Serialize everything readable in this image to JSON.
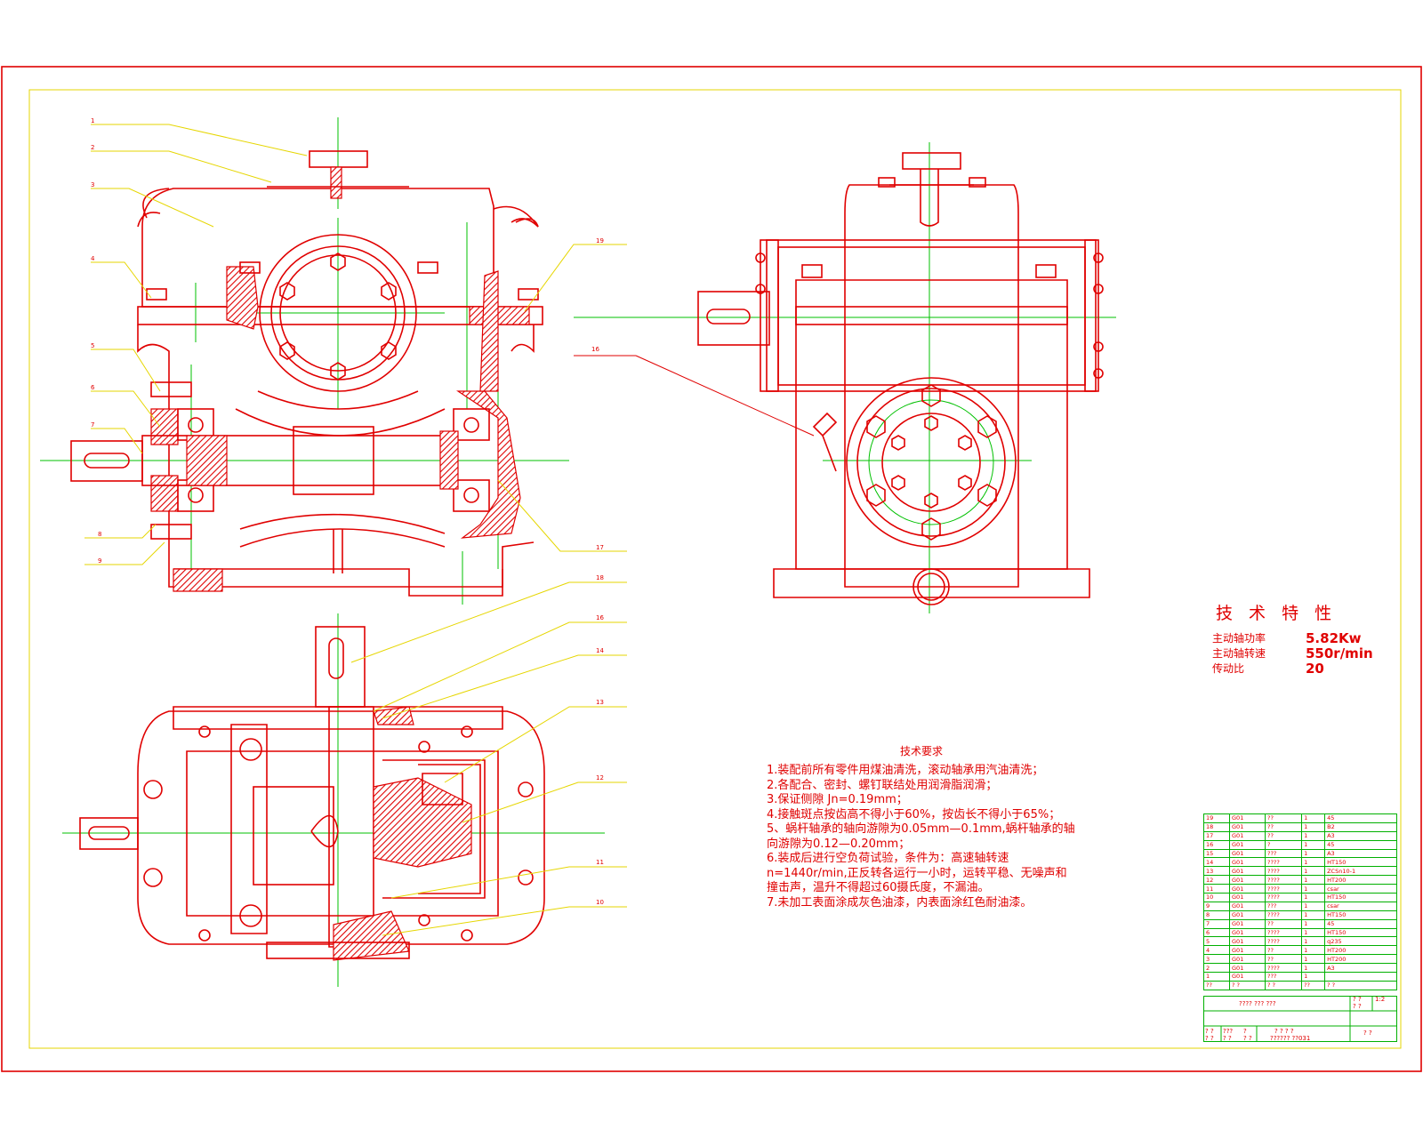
{
  "technical_characteristics": {
    "title": "技 术 特 性",
    "rows": [
      {
        "label": "主动轴功率",
        "value": "5.82Kw"
      },
      {
        "label": "主动轴转速",
        "value": "550r/min"
      },
      {
        "label": "传动比",
        "value": "20"
      }
    ]
  },
  "technical_requirements": {
    "title": "技术要求",
    "lines": [
      "1.装配前所有零件用煤油清洗，滚动轴承用汽油清洗；",
      "2.各配合、密封、螺钉联结处用润滑脂润滑；",
      "3.保证侧隙 Jn=0.19mm；",
      "4.接触斑点按齿高不得小于60%，按齿长不得小于65%；",
      "5、蜗杆轴承的轴向游隙为0.05mm—0.1mm,蜗杆轴承的轴",
      "向游隙为0.12—0.20mm；",
      "6.装成后进行空负荷试验，条件为：高速轴转速",
      "n=1440r/min,正反转各运行一小时，运转平稳、无噪声和",
      "撞击声，温升不得超过60摄氏度，不漏油。",
      "7.未加工表面涂成灰色油漆，内表面涂红色耐油漆。"
    ]
  },
  "parts_list": [
    {
      "no": "19",
      "code": "G01",
      "name": "??",
      "qty": "1",
      "material": "45"
    },
    {
      "no": "18",
      "code": "G01",
      "name": "??",
      "qty": "1",
      "material": "B2"
    },
    {
      "no": "17",
      "code": "G01",
      "name": "??",
      "qty": "1",
      "material": "A3"
    },
    {
      "no": "16",
      "code": "G01",
      "name": "?",
      "qty": "1",
      "material": "45"
    },
    {
      "no": "15",
      "code": "G01",
      "name": "???",
      "qty": "1",
      "material": "A3"
    },
    {
      "no": "14",
      "code": "G01",
      "name": "????",
      "qty": "1",
      "material": "HT150"
    },
    {
      "no": "13",
      "code": "G01",
      "name": "????",
      "qty": "1",
      "material": "ZCSn10-1"
    },
    {
      "no": "12",
      "code": "G01",
      "name": "????",
      "qty": "1",
      "material": "HT200"
    },
    {
      "no": "11",
      "code": "G01",
      "name": "????",
      "qty": "1",
      "material": "csar"
    },
    {
      "no": "10",
      "code": "G01",
      "name": "????",
      "qty": "1",
      "material": "HT150"
    },
    {
      "no": "9",
      "code": "G01",
      "name": "???",
      "qty": "1",
      "material": "csar"
    },
    {
      "no": "8",
      "code": "G01",
      "name": "????",
      "qty": "1",
      "material": "HT150"
    },
    {
      "no": "7",
      "code": "G01",
      "name": "??",
      "qty": "1",
      "material": "45"
    },
    {
      "no": "6",
      "code": "G01",
      "name": "????",
      "qty": "1",
      "material": "HT150"
    },
    {
      "no": "5",
      "code": "G01",
      "name": "????",
      "qty": "1",
      "material": "q235"
    },
    {
      "no": "4",
      "code": "G01",
      "name": "??",
      "qty": "1",
      "material": "HT200"
    },
    {
      "no": "3",
      "code": "G01",
      "name": "??",
      "qty": "1",
      "material": "HT200"
    },
    {
      "no": "2",
      "code": "G01",
      "name": "????",
      "qty": "1",
      "material": "A3"
    },
    {
      "no": "1",
      "code": "G01",
      "name": "???",
      "qty": "1",
      "material": ""
    }
  ],
  "parts_header": {
    "no": "??",
    "code": "? ?",
    "name": "? ?",
    "qty": "??",
    "material": "? ?"
  },
  "title_block": {
    "name": "???? ??? ???",
    "scale_label": "? ?",
    "scale_value": "1:2",
    "sheet": "? ?",
    "row1_a": "? ?",
    "row1_b": "???",
    "row1_c": "?",
    "row1_d": "? ? ? ?",
    "row2_a": "? ?",
    "row2_b": "? ?",
    "row2_c": "? ?",
    "drawing_no": "?????? ??031",
    "right": "? ?"
  },
  "balloons": {
    "front": [
      "1",
      "2",
      "3",
      "4",
      "5",
      "6",
      "7",
      "8",
      "9"
    ],
    "front_right": [
      "19",
      "16",
      "17"
    ],
    "top": [
      "18",
      "16",
      "14",
      "13",
      "12",
      "11",
      "10"
    ]
  }
}
